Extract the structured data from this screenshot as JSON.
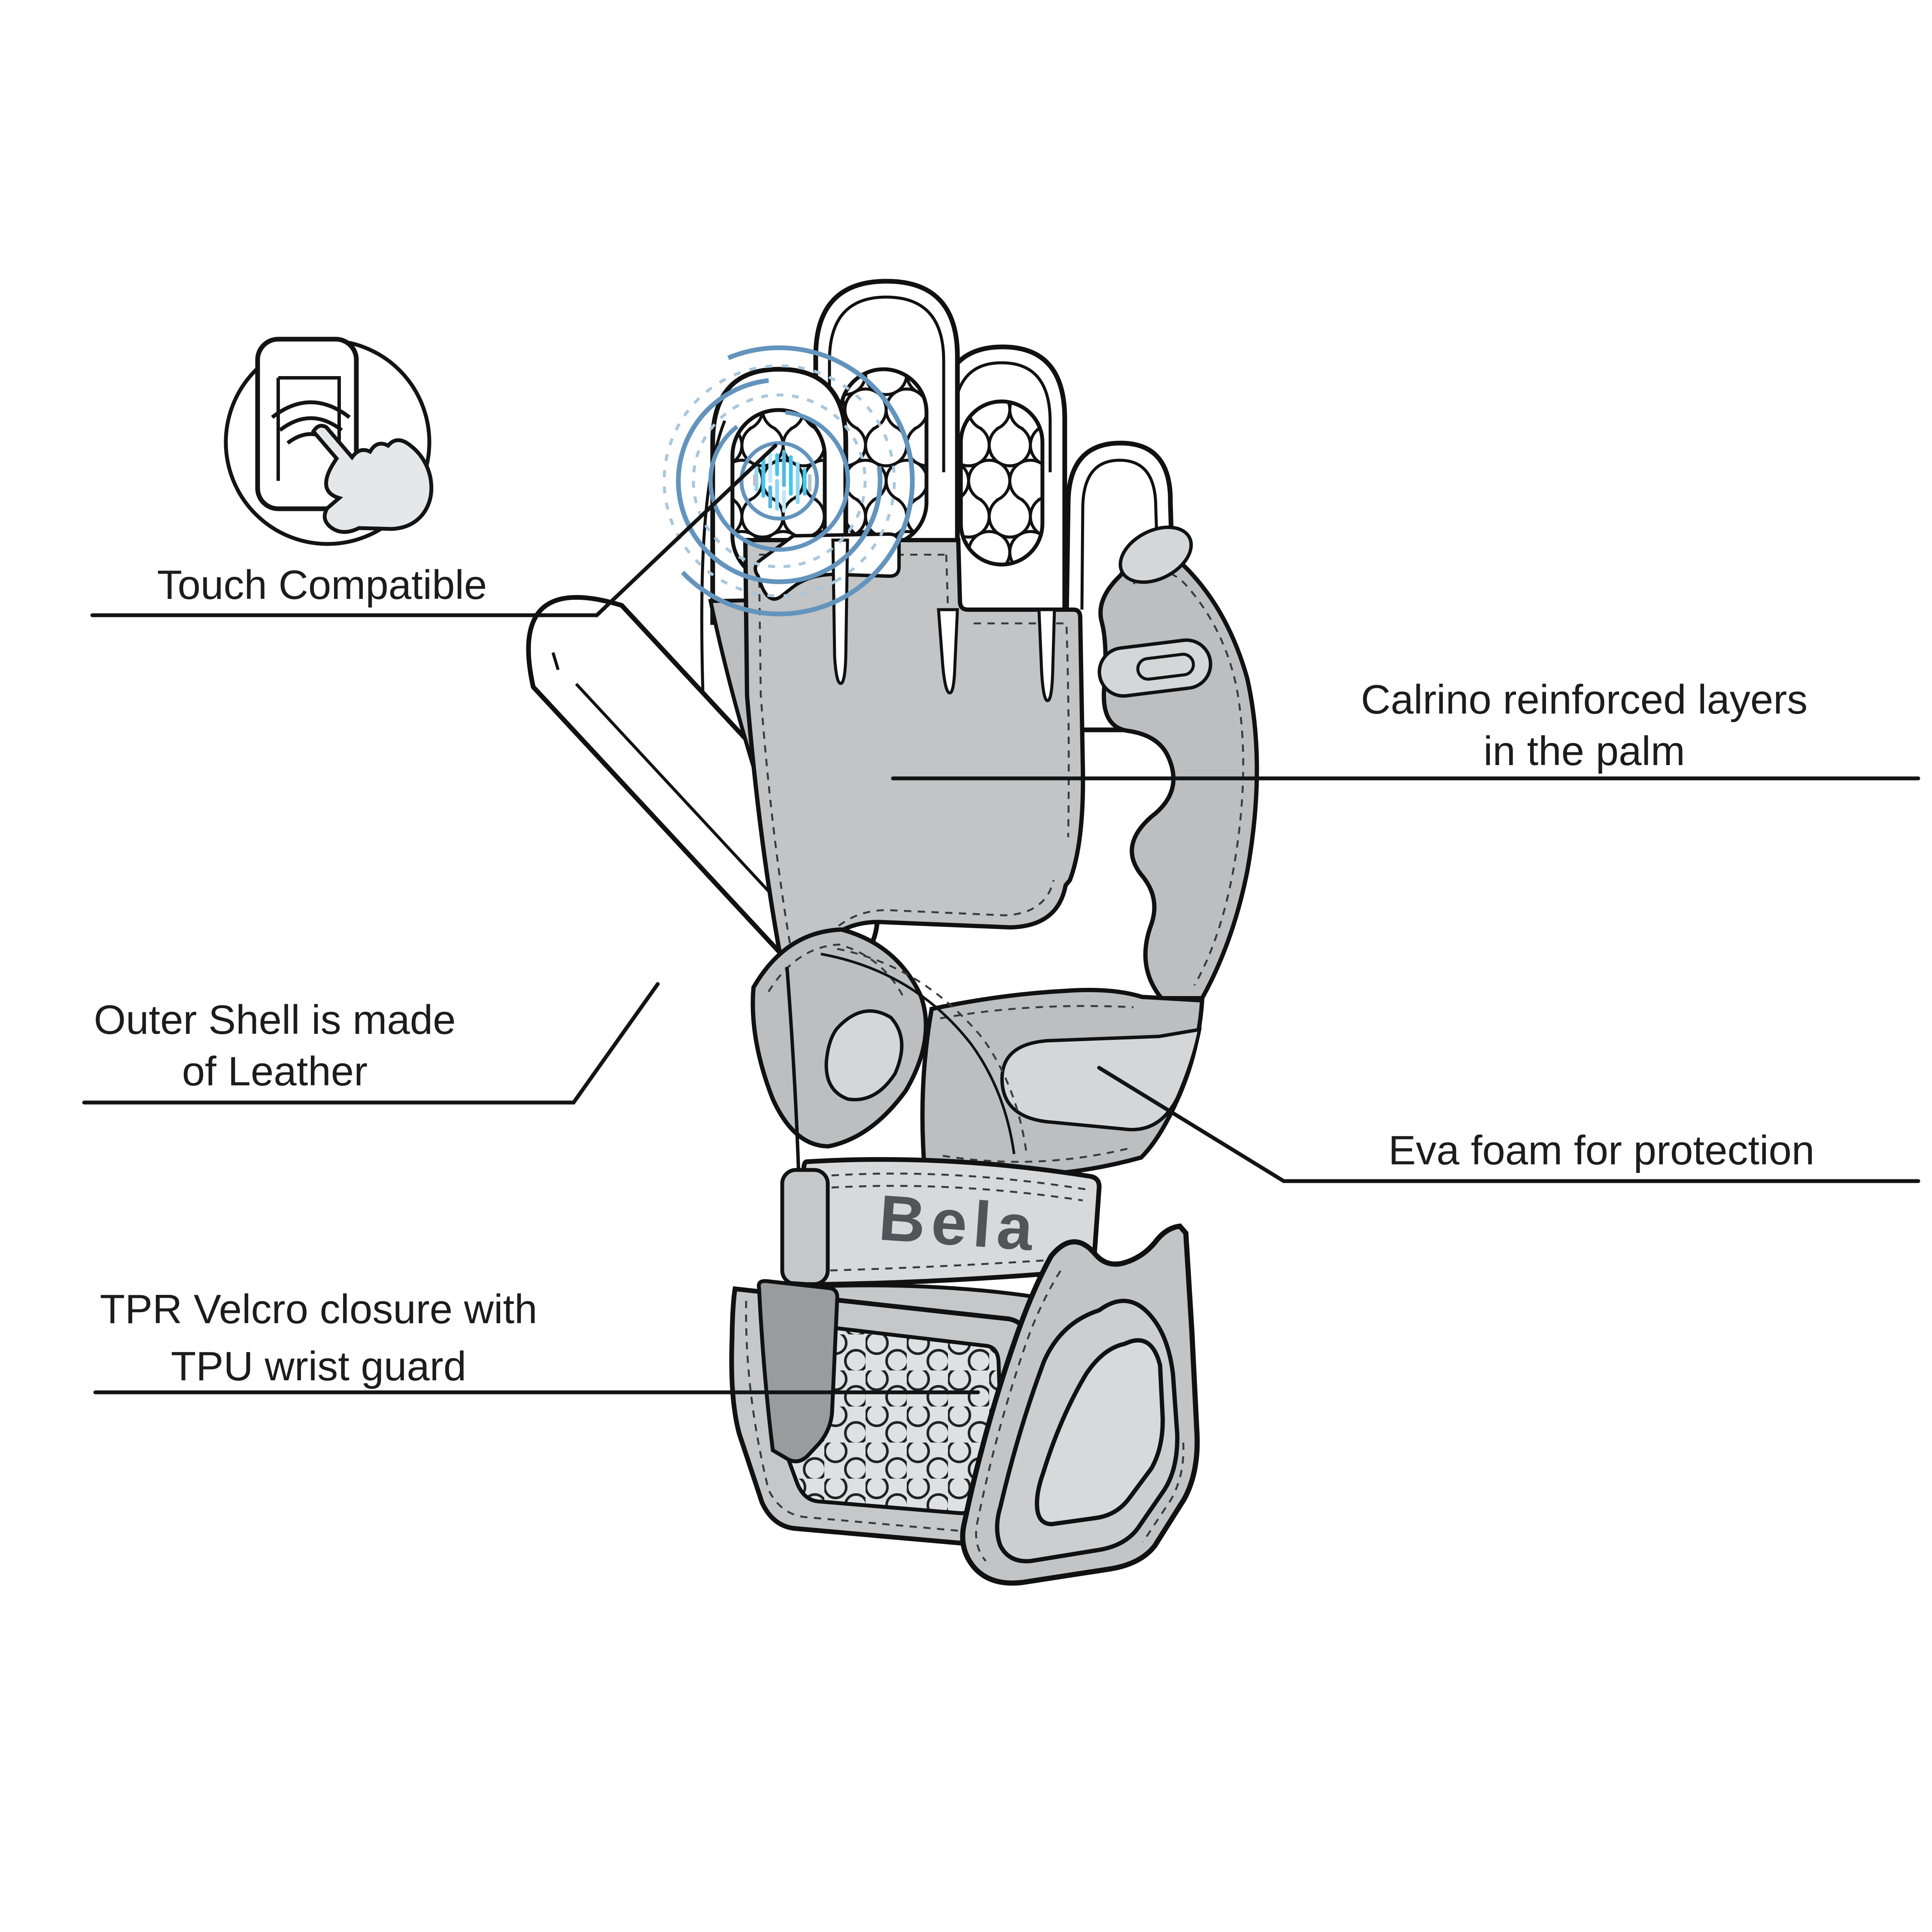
{
  "diagram": {
    "subject": "motorcycle racing glove feature callout diagram",
    "brand": {
      "logo_text": "Bela"
    },
    "labels": {
      "touch": {
        "text": "Touch Compatible"
      },
      "calrino": {
        "line1": "Calrino reinforced layers",
        "line2": "in the palm"
      },
      "outer": {
        "line1": "Outer Shell is made",
        "line2": "of Leather"
      },
      "eva": {
        "text": "Eva foam for protection"
      },
      "tpr": {
        "line1": "TPR Velcro closure with",
        "line2": "TPU wrist guard"
      }
    },
    "icons": [
      {
        "name": "touch-compatible-icon",
        "description": "circled smartphone with signal waves and pointing hand"
      }
    ],
    "colors": {
      "line": "#141414",
      "glove_gray": "#c3c4c5",
      "side_gray": "#bdbec0",
      "light_inset": "#d5d6d7",
      "dark_patch": "#9a9b9d",
      "accent_blue": "#6394bd",
      "fingerprint_cyan": "#43c6ef",
      "logo": "#53545a"
    }
  }
}
